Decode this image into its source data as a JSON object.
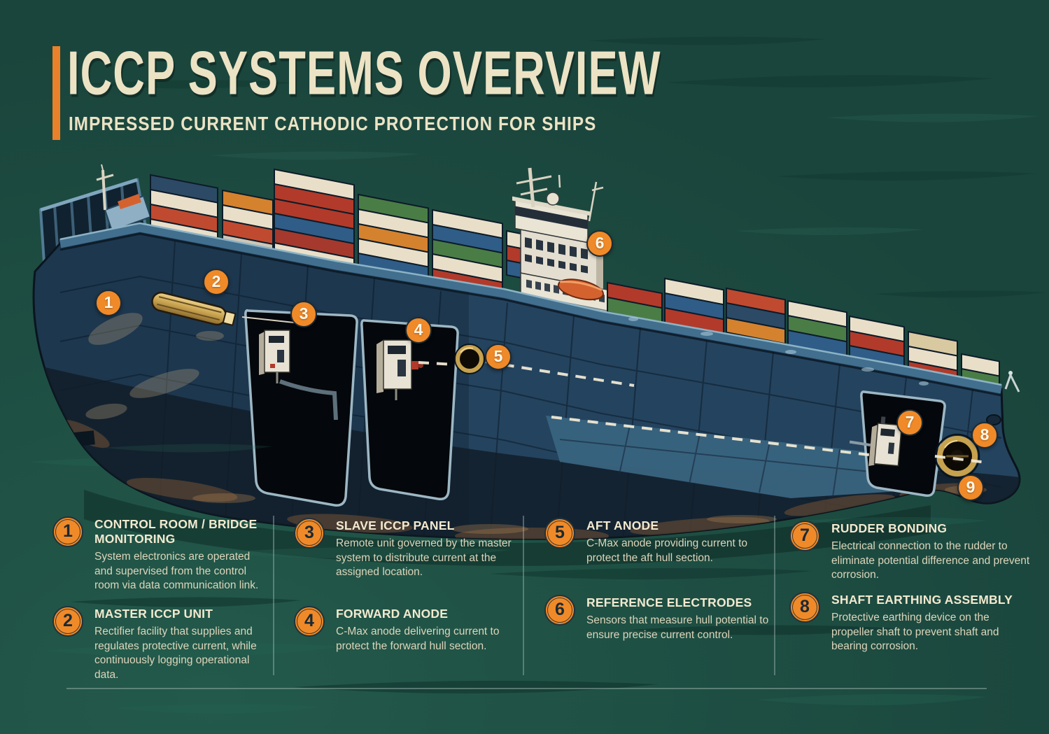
{
  "header": {
    "title": "ICCP SYSTEMS OVERVIEW",
    "subtitle": "IMPRESSED CURRENT CATHODIC PROTECTION FOR SHIPS"
  },
  "colors": {
    "background_teal": "#1a453c",
    "water_teal": "#1d5244",
    "accent_orange": "#f08a28",
    "accent_bar_orange": "#e8812a",
    "cream_text": "#ece3c5",
    "hull_blue": "#24435e",
    "hull_dark": "#111c27",
    "brass": "#c7a24e",
    "superstructure_white": "#e9e4d4",
    "lifeboat_orange": "#d4622f"
  },
  "ship": {
    "markers": [
      {
        "number": "1"
      },
      {
        "number": "2"
      },
      {
        "number": "3"
      },
      {
        "number": "4"
      },
      {
        "number": "5"
      },
      {
        "number": "6"
      },
      {
        "number": "7"
      },
      {
        "number": "8"
      },
      {
        "number": "9"
      }
    ]
  },
  "legend": {
    "items": [
      {
        "number": "1",
        "title": "CONTROL ROOM / BRIDGE MONITORING",
        "body": "System electronics are operated and supervised from the control room via data communication link."
      },
      {
        "number": "2",
        "title": "MASTER ICCP UNIT",
        "body": "Rectifier facility that supplies and regulates protective current, while continuously logging operational data."
      },
      {
        "number": "3",
        "title": "SLAVE ICCP PANEL",
        "body": "Remote unit governed by the master system to distribute current at the assigned location."
      },
      {
        "number": "4",
        "title": "FORWARD ANODE",
        "body": "C-Max anode delivering current to protect the forward hull section."
      },
      {
        "number": "5",
        "title": "AFT ANODE",
        "body": "C-Max anode providing current to protect the aft hull section."
      },
      {
        "number": "6",
        "title": "REFERENCE ELECTRODES",
        "body": "Sensors that measure hull potential to ensure precise current control."
      },
      {
        "number": "7",
        "title": "RUDDER BONDING",
        "body": "Electrical connection to the rudder to eliminate potential difference and prevent corrosion."
      },
      {
        "number": "8",
        "title": "SHAFT EARTHING ASSEMBLY",
        "body": "Protective earthing device on the propeller shaft to prevent shaft and bearing corrosion."
      }
    ]
  }
}
